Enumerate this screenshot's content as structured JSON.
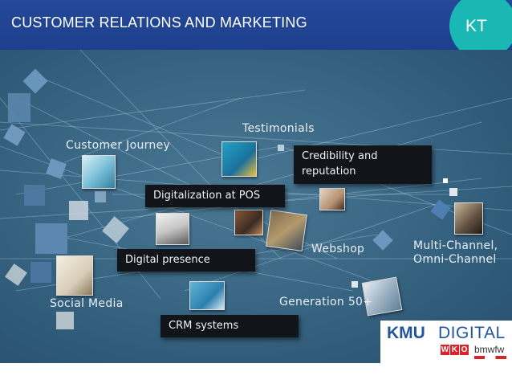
{
  "header": {
    "title": "CUSTOMER RELATIONS AND MARKETING",
    "badge": "KT",
    "background_color": "#24499a",
    "badge_color": "#1bb7b4"
  },
  "diagram": {
    "labels": {
      "customer_journey": "Customer Journey",
      "testimonials": "Testimonials",
      "webshop": "Webshop",
      "multi_channel_line1": "Multi-Channel,",
      "multi_channel_line2": "Omni-Channel",
      "social_media": "Social Media",
      "generation_50": "Generation 50+"
    },
    "boxes": {
      "credibility_line1": "Credibility and",
      "credibility_line2": "reputation",
      "digitalization_pos": "Digitalization at POS",
      "digital_presence": "Digital presence",
      "crm_systems": "CRM systems"
    },
    "thumbnail_icons": [
      "customer-journey-thumbnail",
      "testimonials-thumbnail",
      "pos-thumbnail",
      "laptop-thumbnail",
      "webshop-thumbnail",
      "social-media-thumbnail",
      "crm-thumbnail",
      "multi-channel-thumbnail",
      "generation-50-thumbnail",
      "credibility-thumbnail"
    ]
  },
  "logo": {
    "kmu": "KMU",
    "digital": "DIGITAL",
    "wko": [
      "W",
      "K",
      "O"
    ],
    "ministry": "bmwfw"
  }
}
